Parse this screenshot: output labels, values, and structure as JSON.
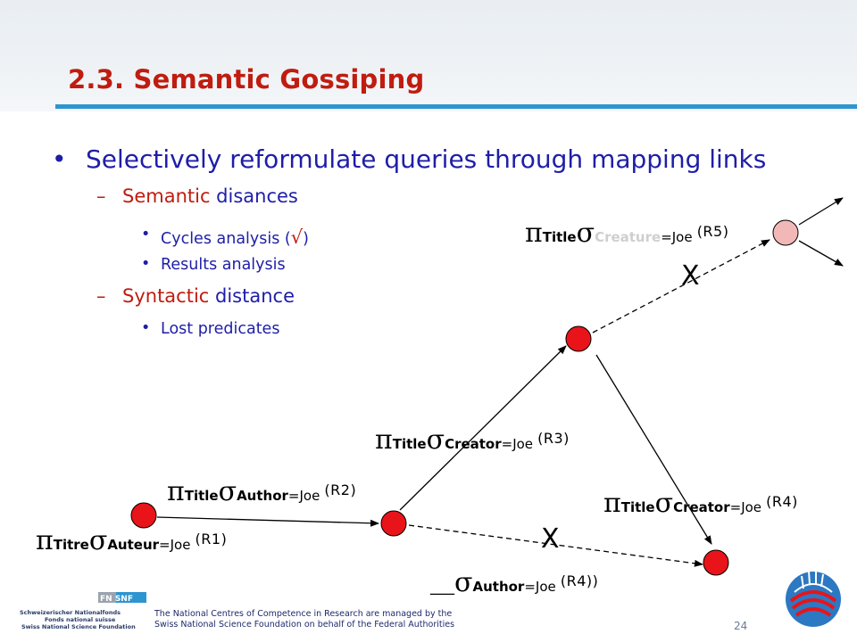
{
  "title": "2.3. Semantic Gossiping",
  "bullets": {
    "main": "Selectively reformulate queries through mapping links",
    "semantic_red": "Semantic",
    "semantic_blue": " disances",
    "cycles_prefix": "Cycles analysis (",
    "check": "√",
    "cycles_suffix": ")",
    "results": "Results analysis",
    "syntactic_red": "Syntactic",
    "syntactic_blue": " distance",
    "lost": "Lost predicates"
  },
  "symbols": {
    "pi": "π",
    "sigma": "σ",
    "dash": "–",
    "bullet": "•"
  },
  "diagram": {
    "labels": {
      "r1_proj": "Titre",
      "r1_sel": "Auteur",
      "r1_val": "=Joe",
      "r1_tag": "(R1)",
      "r2_proj": "Title",
      "r2_sel": "Author",
      "r2_val": "=Joe",
      "r2_tag": "(R2)",
      "r3_proj": "Title",
      "r3_sel": "Creator",
      "r3_val": "=Joe",
      "r3_tag": "(R3)",
      "r4_proj": "Title",
      "r4_sel": "Creator",
      "r4_val": "=Joe",
      "r4_tag": "(R4)",
      "r4b_blank": "___",
      "r4b_sel": "Author",
      "r4b_val": "=Joe",
      "r4b_tag": "(R4))",
      "r5_proj": "Title",
      "r5_sel": "Creature",
      "r5_val": "=Joe",
      "r5_tag": "(R5)"
    },
    "x_mark": "X",
    "colors": {
      "node": "#e8141a",
      "node_faded": "#f2b8b8",
      "arrow": "#000000"
    }
  },
  "footer": {
    "line1": "The National Centres of Competence in Research are managed by the",
    "line2": "Swiss National Science Foundation on behalf of the Federal Authorities",
    "page": "24",
    "logo_lines": [
      "Schweizerischer Nationalfonds",
      "Fonds national suisse",
      "Swiss National Science Foundation"
    ],
    "logo_badge": "FN SNF"
  }
}
